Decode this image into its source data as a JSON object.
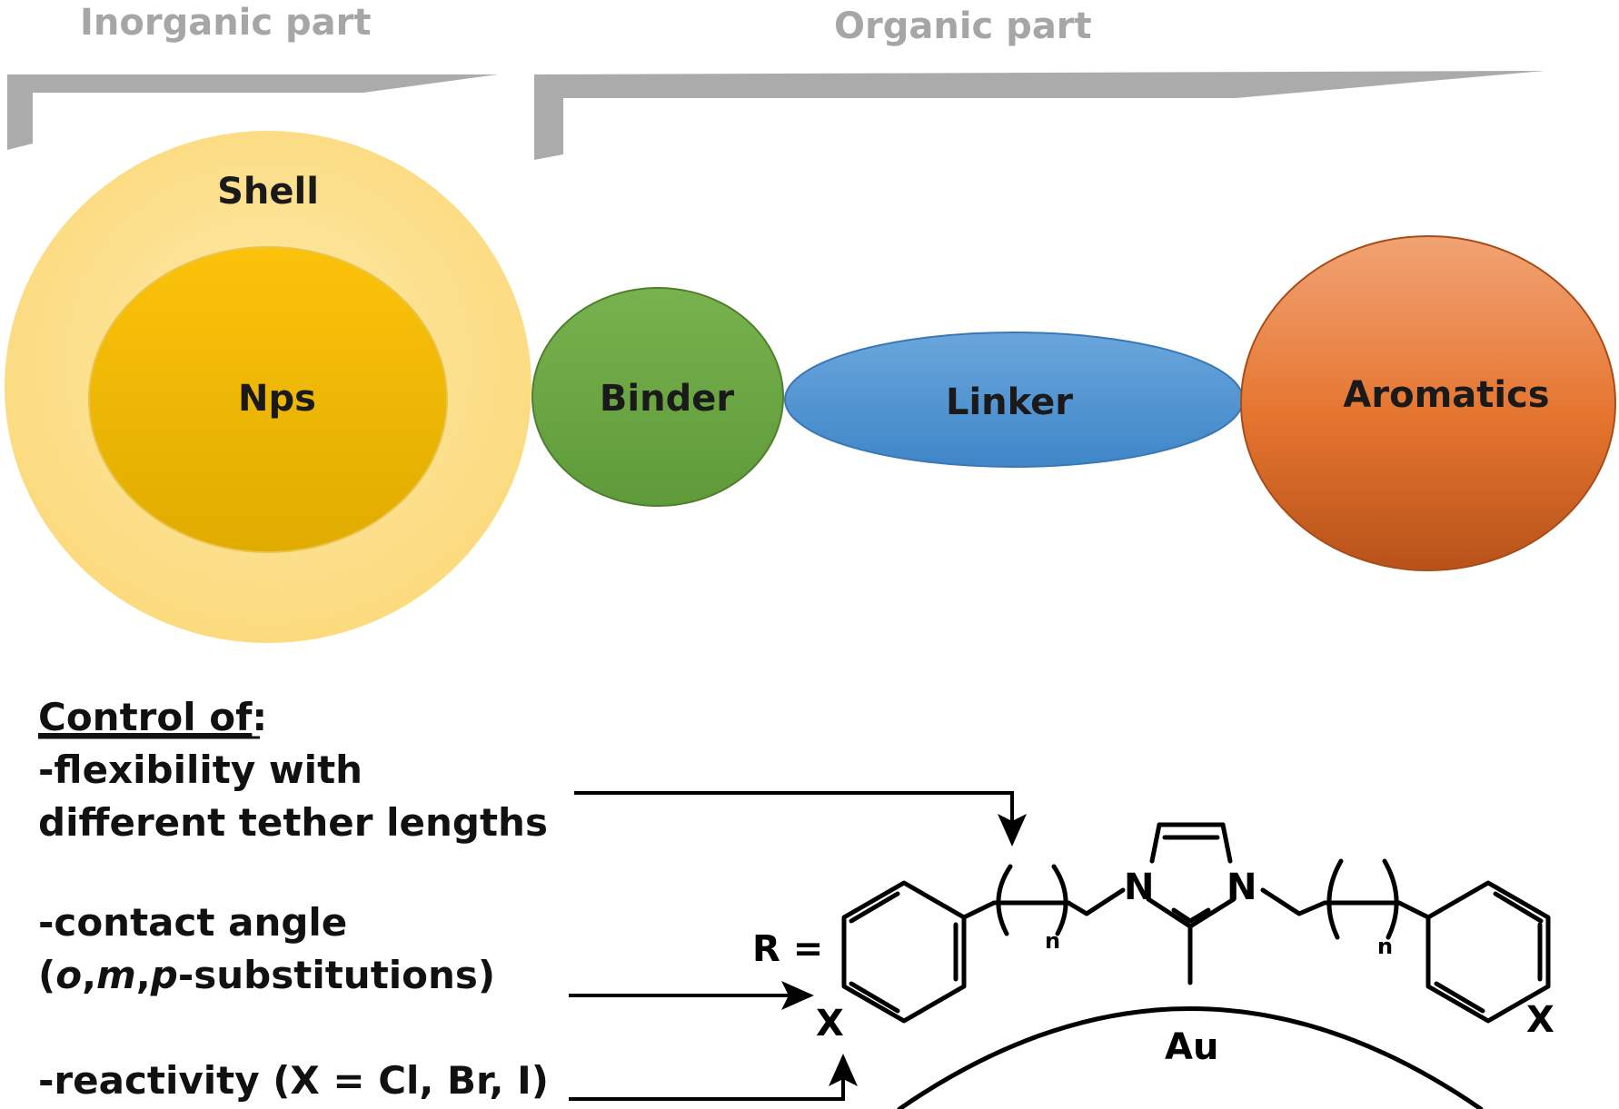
{
  "parts": {
    "inorganic": "Inorganic part",
    "organic": "Organic part"
  },
  "nodes": {
    "shell": "Shell",
    "nps": "Nps",
    "binder": "Binder",
    "linker": "Linker",
    "aromatics": "Aromatics"
  },
  "control": {
    "heading": "Control of",
    "colon": ":",
    "flex_line1": "-flexibility with",
    "flex_line2": "different tether lengths",
    "angle_line1": "-contact angle",
    "angle_o": "o",
    "angle_m": "m",
    "angle_p": "p",
    "angle_rest": "-substitutions)",
    "reactivity": "-reactivity (X = Cl, Br, I)"
  },
  "structure": {
    "r_label": "R =",
    "x_left": "X",
    "x_right": "X",
    "n_left": "n",
    "n_right": "n",
    "n_atom_left": "N",
    "n_atom_right": "N",
    "au": "Au"
  },
  "colors": {
    "part_gray": "#a6a6a6",
    "shell": "#fde08d",
    "nps": "#f7bf0a",
    "binder": "#70ad47",
    "linker": "#5b9bd5",
    "aromatics": "#e6702e"
  }
}
